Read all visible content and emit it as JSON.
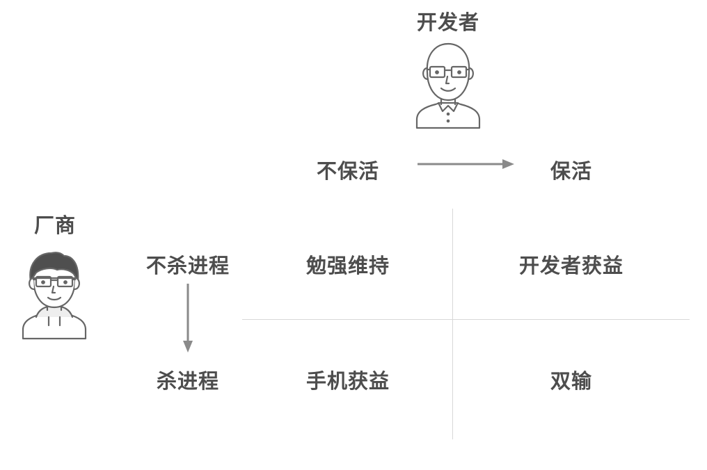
{
  "developer": {
    "label": "开发者",
    "avatar_icon": "bald-man-with-glasses-icon"
  },
  "vendor": {
    "label": "厂商",
    "avatar_icon": "man-with-glasses-hoodie-icon"
  },
  "developer_axis": {
    "from": "不保活",
    "to": "保活"
  },
  "vendor_axis": {
    "from": "不杀进程",
    "to": "杀进程"
  },
  "matrix": {
    "top_left": "勉强维持",
    "top_right": "开发者获益",
    "bottom_left": "手机获益",
    "bottom_right": "双输"
  },
  "colors": {
    "text": "#4d4d4d",
    "arrow": "#8a8a8a",
    "grid": "#d8d8d8",
    "avatar_stroke": "#666666"
  }
}
